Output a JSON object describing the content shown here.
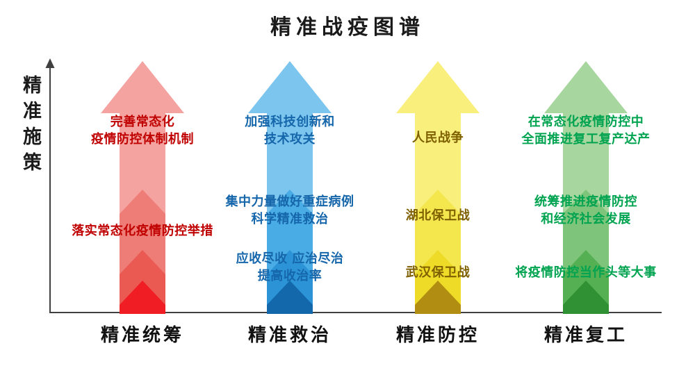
{
  "title": "精准战疫图谱",
  "y_axis_label": "精准施策",
  "axis_color": "#404040",
  "columns": [
    {
      "id": "tongchou",
      "bottom_label": "精准统筹",
      "text_color": "#c00000",
      "arrow_colors": {
        "light": "#f4a3a0",
        "mid": "#ef7d77",
        "dark": "#ea5a53",
        "tip": "#f01e24"
      },
      "texts": [
        [
          "完善常态化",
          "疫情防控体制机制"
        ],
        [
          "落实常态化疫情防控举措"
        ]
      ]
    },
    {
      "id": "jiuzhi",
      "bottom_label": "精准救治",
      "text_color": "#1566aa",
      "arrow_colors": {
        "light": "#7cc5ee",
        "mid": "#4aace4",
        "dark": "#2b93d6",
        "tip": "#1268aa"
      },
      "texts": [
        [
          "加强科技创新和",
          "技术攻关"
        ],
        [
          "集中力量做好重症病例",
          "科学精准救治"
        ],
        [
          "应收尽收 应治尽治",
          "提高收治率"
        ]
      ]
    },
    {
      "id": "fangkong",
      "bottom_label": "精准防控",
      "text_color": "#7f6000",
      "arrow_colors": {
        "light": "#f8ef7d",
        "mid": "#f4e74e",
        "dark": "#eddb27",
        "tip": "#b18e12"
      },
      "texts": [
        [
          "人民战争"
        ],
        [
          "湖北保卫战"
        ],
        [
          "武汉保卫战"
        ]
      ]
    },
    {
      "id": "fugong",
      "bottom_label": "精准复工",
      "text_color": "#00a350",
      "arrow_colors": {
        "light": "#a7d79f",
        "mid": "#7ec47a",
        "dark": "#55af53",
        "tip": "#2f9133"
      },
      "texts": [
        [
          "在常态化疫情防控中",
          "全面推进复工复产达产"
        ],
        [
          "统筹推进疫情防控",
          "和经济社会发展"
        ],
        [
          "将疫情防控当作头等大事"
        ]
      ]
    }
  ]
}
